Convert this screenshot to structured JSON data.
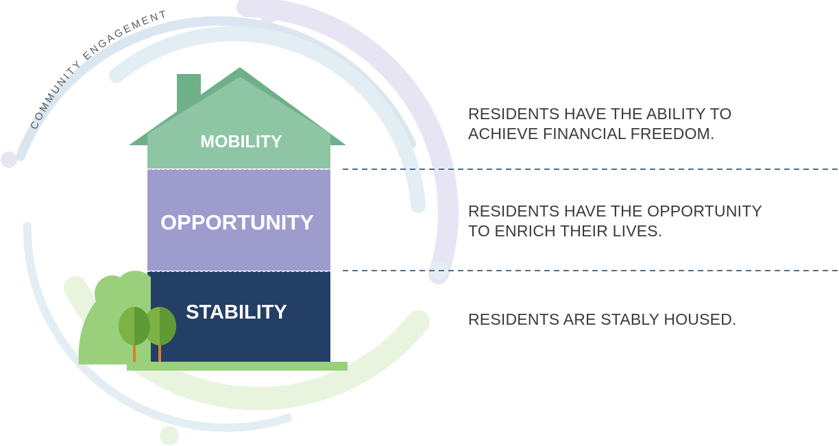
{
  "ring_label": "COMMUNITY ENGAGEMENT",
  "colors": {
    "mobility": "#8dc5a5",
    "roof": "#6fb089",
    "opportunity": "#9e9bcd",
    "stability": "#243f66",
    "ground": "#9ad07c",
    "divider": "#4a6f8f",
    "arc_blue": "#dbe7f0",
    "arc_lavender": "#e7e5f3",
    "arc_green": "#e9f4df"
  },
  "levels": [
    {
      "label": "MOBILITY",
      "description": [
        "RESIDENTS HAVE THE ABILITY TO",
        "ACHIEVE FINANCIAL FREEDOM."
      ]
    },
    {
      "label": "OPPORTUNITY",
      "description": [
        "RESIDENTS HAVE THE OPPORTUNITY",
        "TO ENRICH THEIR LIVES."
      ]
    },
    {
      "label": "STABILITY",
      "description": [
        "RESIDENTS ARE STABLY HOUSED."
      ]
    }
  ]
}
